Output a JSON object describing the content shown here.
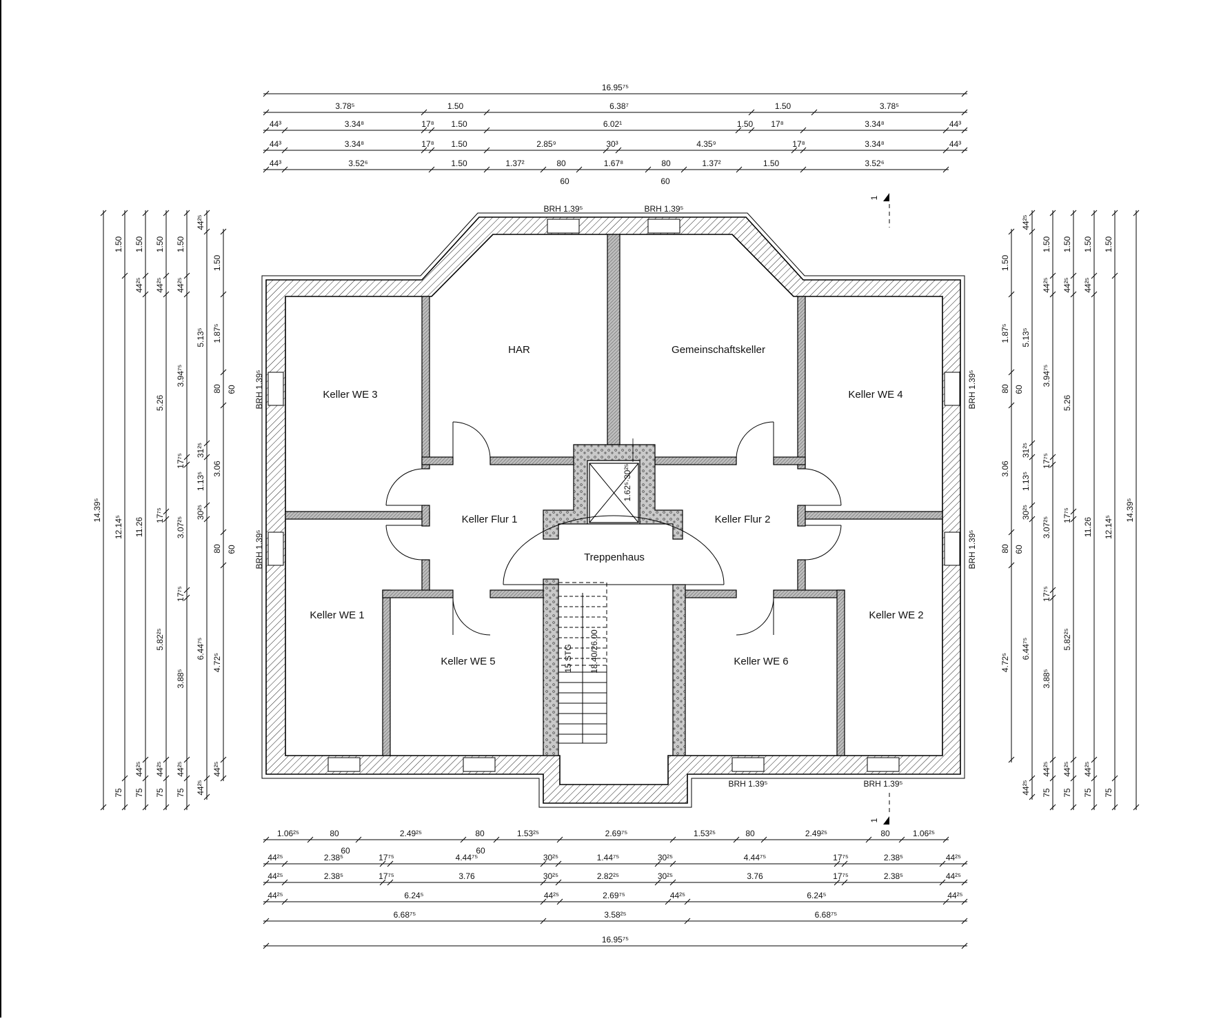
{
  "rooms": {
    "har": "HAR",
    "gemeinschaftskeller": "Gemeinschaftskeller",
    "keller_we_3": "Keller WE 3",
    "keller_we_4": "Keller WE 4",
    "keller_flur_1": "Keller Flur 1",
    "keller_flur_2": "Keller Flur 2",
    "treppenhaus": "Treppenhaus",
    "keller_we_1": "Keller WE 1",
    "keller_we_2": "Keller WE 2",
    "keller_we_5": "Keller WE 5",
    "keller_we_6": "Keller WE 6"
  },
  "labels": {
    "window_brh": "BRH 1.39⁵",
    "section_marker": "1",
    "stair_steps": "15 STG",
    "stair_ratio": "18.40/26.00",
    "shaft": "1.62⁵·30²⁵"
  },
  "dimensions": {
    "top": [
      [
        "16.95⁷⁵"
      ],
      [
        "3.78⁵",
        "1.50",
        "6.38⁷",
        "1.50",
        "3.78⁵"
      ],
      [
        "44³",
        "3.34⁸",
        "17⁸",
        "1.50",
        "6.02¹",
        "1.50",
        "17⁸",
        "3.34⁸",
        "44³"
      ],
      [
        "44³",
        "3.34⁸",
        "17⁸",
        "1.50",
        "2.85⁹",
        "30³",
        "4.35⁹",
        "17⁸",
        "3.34⁸",
        "44³"
      ],
      [
        "44³",
        "3.52⁶",
        "1.50",
        "1.37²",
        "80",
        "1.67⁸",
        "80",
        "1.37²",
        "1.50",
        "3.52⁶"
      ],
      [
        "60",
        "60"
      ]
    ],
    "bottom": [
      [
        "1.06²⁵",
        "80",
        "2.49²⁵",
        "80",
        "1.53²⁵",
        "2.69⁷⁵",
        "1.53²⁵",
        "80",
        "2.49²⁵",
        "80",
        "1.06²⁵"
      ],
      [
        "60",
        "60"
      ],
      [
        "44²⁵",
        "2.38⁵",
        "17⁷⁵",
        "4.44⁷⁵",
        "30²⁵",
        "1.44⁷⁵",
        "30²⁵",
        "4.44⁷⁵",
        "17⁷⁵",
        "2.38⁵",
        "44²⁵"
      ],
      [
        "44²⁵",
        "2.38⁵",
        "17⁷⁵",
        "3.76",
        "30²⁵",
        "2.82²⁵",
        "30²⁵",
        "3.76",
        "17⁷⁵",
        "2.38⁵",
        "44²⁵"
      ],
      [
        "44²⁵",
        "6.24⁵",
        "44²⁵",
        "2.69⁷⁵",
        "44²⁵",
        "6.24⁵",
        "44²⁵"
      ],
      [
        "6.68⁷⁵",
        "3.58²⁵",
        "6.68⁷⁵"
      ],
      [
        "16.95⁷⁵"
      ]
    ],
    "left": [
      [
        "14.39⁵"
      ],
      [
        "1.50",
        "12.14⁵",
        "75"
      ],
      [
        "1.50",
        "44²⁵",
        "11.26",
        "44²⁵",
        "75"
      ],
      [
        "1.50",
        "44²⁵",
        "5.26",
        "17⁷⁵",
        "5.82²⁵",
        "44²⁵",
        "75"
      ],
      [
        "1.50",
        "44²⁵",
        "3.94⁷⁵",
        "17⁷⁵",
        "3.07²⁵",
        "17⁷⁵",
        "3.88⁵",
        "44²⁵",
        "75"
      ],
      [
        "44²⁵",
        "5.13⁵",
        "31²⁵",
        "1.13⁵",
        "30²⁵",
        "6.44⁷⁵",
        "44²⁵"
      ],
      [
        "1.50",
        "1.87⁵",
        "80",
        "3.06",
        "80",
        "4.72⁵",
        "44²⁵"
      ],
      [
        "60",
        "60"
      ]
    ],
    "right": [
      [
        "14.39⁵"
      ],
      [
        "1.50",
        "12.14⁵",
        "75"
      ],
      [
        "1.50",
        "44²⁵",
        "11.26",
        "44²⁵",
        "75"
      ],
      [
        "1.50",
        "44²⁵",
        "5.26",
        "17⁷⁵",
        "5.82²⁵",
        "44²⁵",
        "75"
      ],
      [
        "1.50",
        "44²⁵",
        "3.94⁷⁵",
        "17⁷⁵",
        "3.07²⁵",
        "17⁷⁵",
        "3.88⁵",
        "44²⁵",
        "75"
      ],
      [
        "44²⁵",
        "5.13⁵",
        "31²⁵",
        "1.13⁵",
        "30²⁵",
        "6.44⁷⁵",
        "44²⁵"
      ],
      [
        "1.50",
        "1.87⁵",
        "80",
        "3.06",
        "80",
        "4.72⁵"
      ],
      [
        "60",
        "60"
      ]
    ]
  }
}
